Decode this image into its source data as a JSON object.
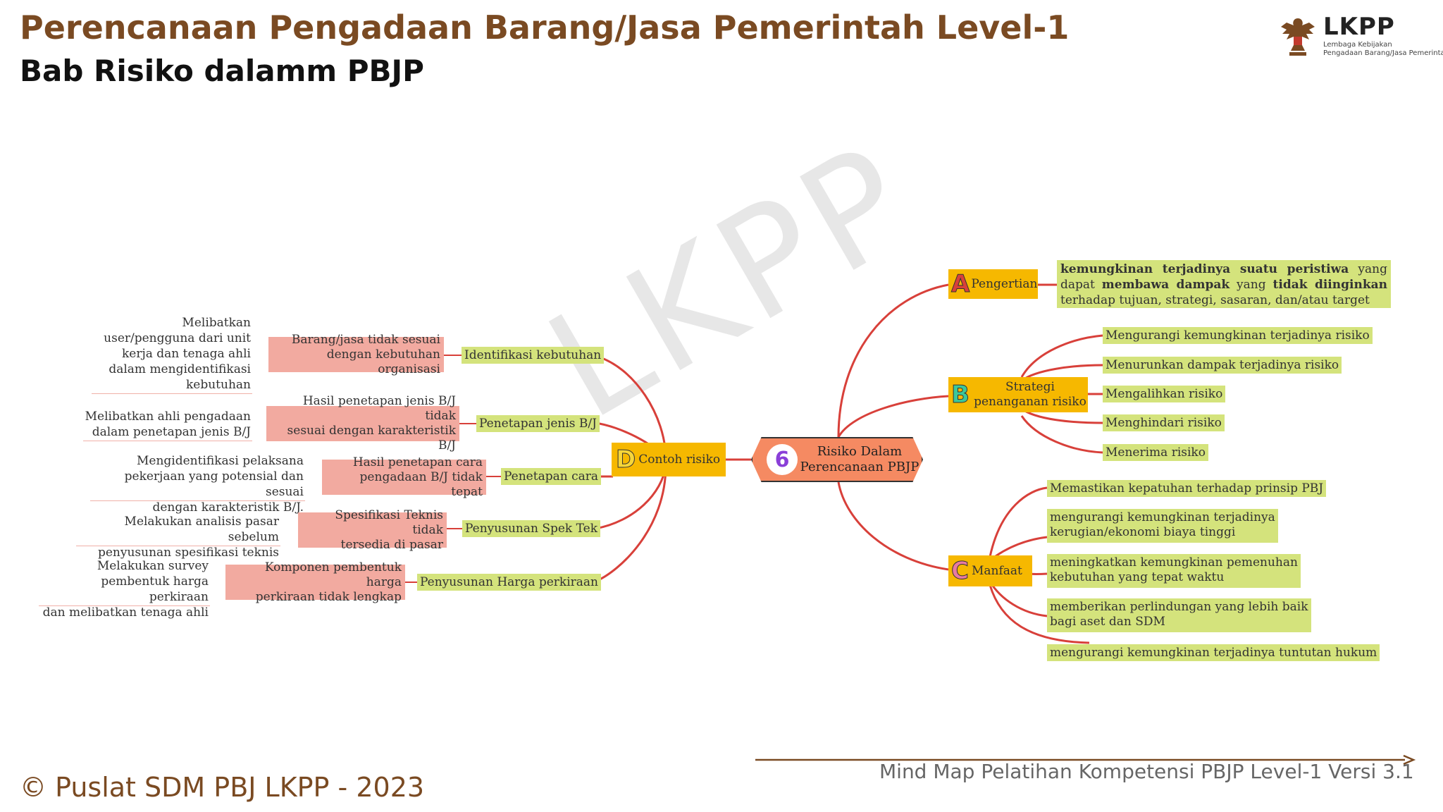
{
  "header": {
    "title": "Perencanaan Pengadaan Barang/Jasa Pemerintah Level-1",
    "subtitle": "Bab Risiko dalamm PBJP"
  },
  "logo": {
    "word": "LKPP",
    "sub1": "Lembaga Kebijakan",
    "sub2": "Pengadaan Barang/Jasa Pemerintah"
  },
  "watermark": "LKPP",
  "center": {
    "number": "6",
    "label_line1": "Risiko Dalam",
    "label_line2": "Perencanaan PBJP"
  },
  "branch_a": {
    "letter": "A",
    "label": "Pengertian",
    "definition": {
      "bold1": "kemungkinan terjadinya suatu peristiwa",
      "text1": " yang dapat ",
      "bold2": "membawa dampak",
      "text2": " yang ",
      "bold3": "tidak diinginkan",
      "text3": " terhadap tujuan, strategi, sasaran, dan/atau target"
    }
  },
  "branch_b": {
    "letter": "B",
    "label_line1": "Strategi",
    "label_line2": "penanganan risiko",
    "items": [
      "Mengurangi kemungkinan terjadinya risiko",
      "Menurunkan dampak terjadinya risiko",
      "Mengalihkan risiko",
      "Menghindari risiko",
      "Menerima risiko"
    ]
  },
  "branch_c": {
    "letter": "C",
    "label": "Manfaat",
    "items": [
      [
        "Memastikan kepatuhan terhadap prinsip PBJ"
      ],
      [
        "mengurangi kemungkinan terjadinya",
        "kerugian/ekonomi biaya tinggi"
      ],
      [
        "meningkatkan kemungkinan pemenuhan",
        "kebutuhan yang tepat waktu"
      ],
      [
        "memberikan perlindungan yang lebih baik",
        "bagi aset dan SDM"
      ],
      [
        "mengurangi kemungkinan terjadinya tuntutan hukum"
      ]
    ]
  },
  "branch_d": {
    "letter": "D",
    "label": "Contoh risiko",
    "items": [
      {
        "stage": "Identifikasi kebutuhan",
        "risk": [
          "Barang/jasa tidak sesuai",
          "dengan kebutuhan organisasi"
        ],
        "mitigation": [
          "Melibatkan",
          "user/pengguna dari unit",
          "kerja dan tenaga ahli",
          "dalam mengidentifikasi",
          "kebutuhan"
        ]
      },
      {
        "stage": "Penetapan jenis B/J",
        "risk": [
          "Hasil penetapan jenis B/J tidak",
          "sesuai dengan karakteristik B/J"
        ],
        "mitigation": [
          "Melibatkan ahli pengadaan",
          "dalam penetapan jenis B/J"
        ]
      },
      {
        "stage": "Penetapan cara",
        "risk": [
          "Hasil penetapan cara",
          "pengadaan B/J tidak tepat"
        ],
        "mitigation": [
          "Mengidentifikasi pelaksana",
          "pekerjaan yang potensial dan sesuai",
          "dengan karakteristik B/J."
        ]
      },
      {
        "stage": "Penyusunan Spek Tek",
        "risk": [
          "Spesifikasi Teknis tidak",
          "tersedia di pasar"
        ],
        "mitigation": [
          "Melakukan analisis pasar sebelum",
          "penyusunan spesifikasi teknis"
        ]
      },
      {
        "stage": "Penyusunan Harga perkiraan",
        "risk": [
          "Komponen pembentuk harga",
          "perkiraan tidak lengkap"
        ],
        "mitigation": [
          "Melakukan survey",
          "pembentuk harga perkiraan",
          "dan melibatkan tenaga ahli"
        ]
      }
    ]
  },
  "footer": {
    "copyright": "© Puslat SDM PBJ LKPP - 2023",
    "caption": "Mind Map Pelatihan Kompetensi PBJP Level-1 Versi 3.1"
  },
  "colors": {
    "title": "#7a4a22",
    "branch_line": "#d8403a",
    "green_node": "#d4e37c",
    "pink_node": "#f2aaa0",
    "orange_node": "#f6b800",
    "center_node": "#f58a62",
    "number": "#8a3fd8"
  }
}
